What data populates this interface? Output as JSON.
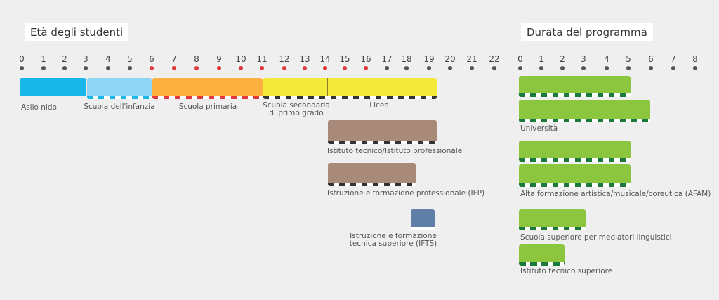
{
  "titles": {
    "age": "Età degli studenti",
    "duration": "Durata del programma"
  },
  "age_ticks": [
    "0",
    "1",
    "2",
    "3",
    "4",
    "5",
    "6",
    "7",
    "8",
    "9",
    "10",
    "11",
    "12",
    "13",
    "14",
    "15",
    "16",
    "17",
    "18",
    "19",
    "20",
    "21",
    "22"
  ],
  "duration_ticks": [
    "0",
    "1",
    "2",
    "3",
    "4",
    "5",
    "6",
    "7",
    "8"
  ],
  "compulsory_education_ages": [
    "6",
    "7",
    "8",
    "9",
    "10",
    "11",
    "12",
    "13",
    "14",
    "15",
    "16"
  ],
  "colors": {
    "asilo": "#1ab7ea",
    "infanzia": "#8fd3f5",
    "primaria": "#fbb040",
    "secondaria": "#f4ea3c",
    "tecnico": "#a8897a",
    "ifts": "#5f7fa6",
    "duration": "#8cc63f",
    "stripe_dark": "#333333",
    "stripe_light": "#ffffff",
    "compulsory_dot": "#e03a3e",
    "dot": "#555555",
    "stripe_green": "#1a7a3c"
  },
  "age_programs": {
    "asilo_nido": "Asilo nido",
    "scuola_infanzia": "Scuola dell'infanzia",
    "scuola_primaria": "Scuola primaria",
    "scuola_secondaria_line1": "Scuola secondaria",
    "scuola_secondaria_line2": "di primo grado",
    "liceo": "Liceo",
    "istituto_tecnico": "Istituto tecnico/Istituto professionale",
    "ifp": "Istruzione e formazione professionale (IFP)",
    "ifts_line1": "Istruzione e formazione",
    "ifts_line2": "tecnica superiore (IFTS)"
  },
  "duration_programs": {
    "universita": "Università",
    "afam": "Alta formazione artistica/musicale/coreutica (AFAM)",
    "mediatori": "Scuola superiore per mediatori linguistici",
    "its": "Istituto tecnico superiore"
  }
}
